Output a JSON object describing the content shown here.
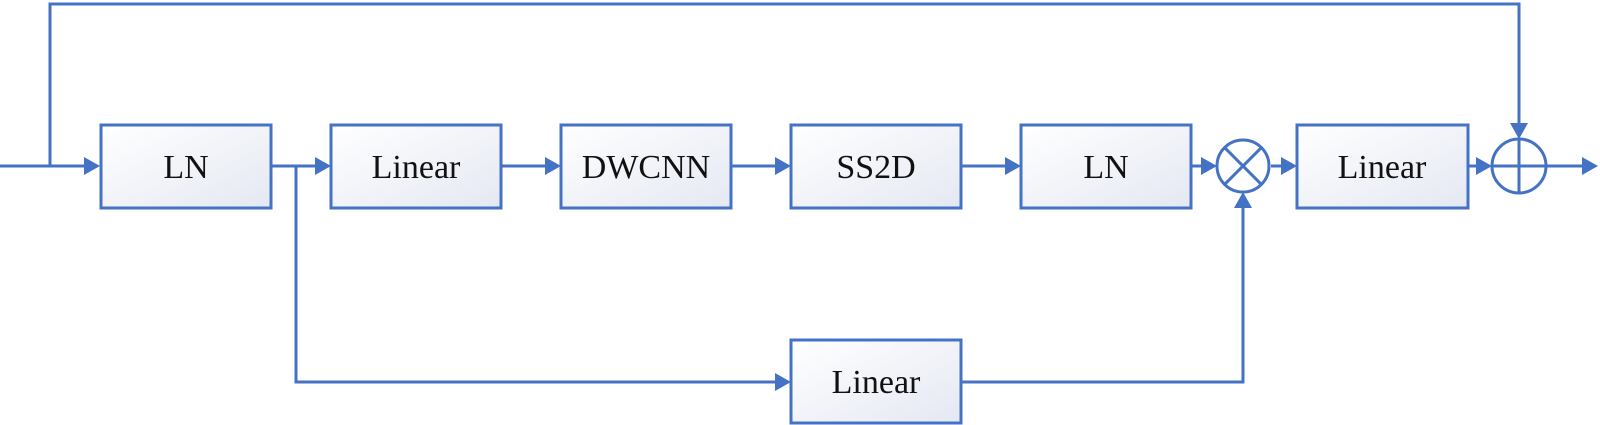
{
  "diagram": {
    "blocks": [
      {
        "id": "ln1",
        "label": "LN"
      },
      {
        "id": "linear1",
        "label": "Linear"
      },
      {
        "id": "dwcnn",
        "label": "DWCNN"
      },
      {
        "id": "ss2d",
        "label": "SS2D"
      },
      {
        "id": "ln2",
        "label": "LN"
      },
      {
        "id": "linear2",
        "label": "Linear"
      },
      {
        "id": "linear3",
        "label": "Linear"
      }
    ],
    "operators": [
      {
        "id": "multiply",
        "symbol": "multiply"
      },
      {
        "id": "add",
        "symbol": "add"
      }
    ],
    "edges": [
      {
        "from": "input",
        "to": "ln1"
      },
      {
        "from": "ln1",
        "to": "linear1"
      },
      {
        "from": "linear1",
        "to": "dwcnn"
      },
      {
        "from": "dwcnn",
        "to": "ss2d"
      },
      {
        "from": "ss2d",
        "to": "ln2"
      },
      {
        "from": "ln2",
        "to": "multiply"
      },
      {
        "from": "ln1",
        "to": "linear3"
      },
      {
        "from": "linear3",
        "to": "multiply"
      },
      {
        "from": "multiply",
        "to": "linear2"
      },
      {
        "from": "linear2",
        "to": "add"
      },
      {
        "from": "input",
        "to": "add"
      },
      {
        "from": "add",
        "to": "output"
      }
    ],
    "colors": {
      "accent": "#4472c4",
      "block_fill_start": "#ffffff",
      "block_fill_end": "#e4e8f2",
      "text": "#111111"
    }
  }
}
